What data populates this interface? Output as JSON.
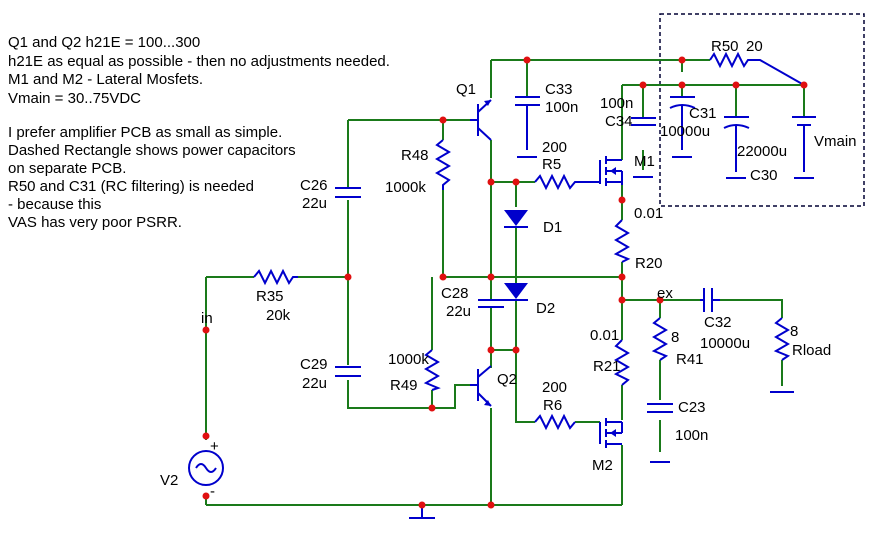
{
  "notes": [
    "Q1 and Q2 h21E = 100...300",
    "h21E as equal as possible - then no adjustments needed.",
    "M1 and M2 - Lateral Mosfets.",
    "Vmain = 30..75VDC",
    "I prefer amplifier PCB as small as simple.",
    "Dashed Rectangle shows power capacitors",
    "on separate PCB.",
    "R50 and C31 (RC filtering) is needed",
    "- because this",
    "VAS has very poor PSRR."
  ],
  "components": {
    "Q1": "Q1",
    "Q2": "Q2",
    "M1": "M1",
    "M2": "M2",
    "D1": "D1",
    "D2": "D2",
    "R50": {
      "name": "R50",
      "value": "20"
    },
    "C33": {
      "name": "C33",
      "value": "100n"
    },
    "C34": {
      "name": "C34",
      "value": "100n"
    },
    "C31": {
      "name": "C31",
      "value": "10000u"
    },
    "C30": {
      "name": "C30",
      "value": "22000u"
    },
    "Vmain": "Vmain",
    "R5": {
      "name": "R5",
      "value": "200"
    },
    "R48": {
      "name": "R48",
      "value": "1000k"
    },
    "C26": {
      "name": "C26",
      "value": "22u"
    },
    "R20": {
      "name": "R20",
      "value": "0.01"
    },
    "R35": {
      "name": "R35",
      "value": "20k"
    },
    "C28": {
      "name": "C28",
      "value": "22u"
    },
    "C32": {
      "name": "C32",
      "value": "10000u"
    },
    "Rload": {
      "name": "Rload",
      "value": "8"
    },
    "R41": {
      "name": "R41",
      "value": "8"
    },
    "R21": {
      "name": "R21",
      "value": "0.01"
    },
    "C29": {
      "name": "C29",
      "value": "22u"
    },
    "R49": {
      "name": "R49",
      "value": "1000k"
    },
    "R6": {
      "name": "R6",
      "value": "200"
    },
    "C23": {
      "name": "C23",
      "value": "100n"
    },
    "V2": "V2"
  },
  "net_labels": {
    "in": "in",
    "ex": "ex"
  },
  "polarity": {
    "plus": "+",
    "minus": "-"
  },
  "colors": {
    "wire": "#1a7a1a",
    "component": "#0000cc",
    "node": "#e01010",
    "boundary": "#000033"
  }
}
